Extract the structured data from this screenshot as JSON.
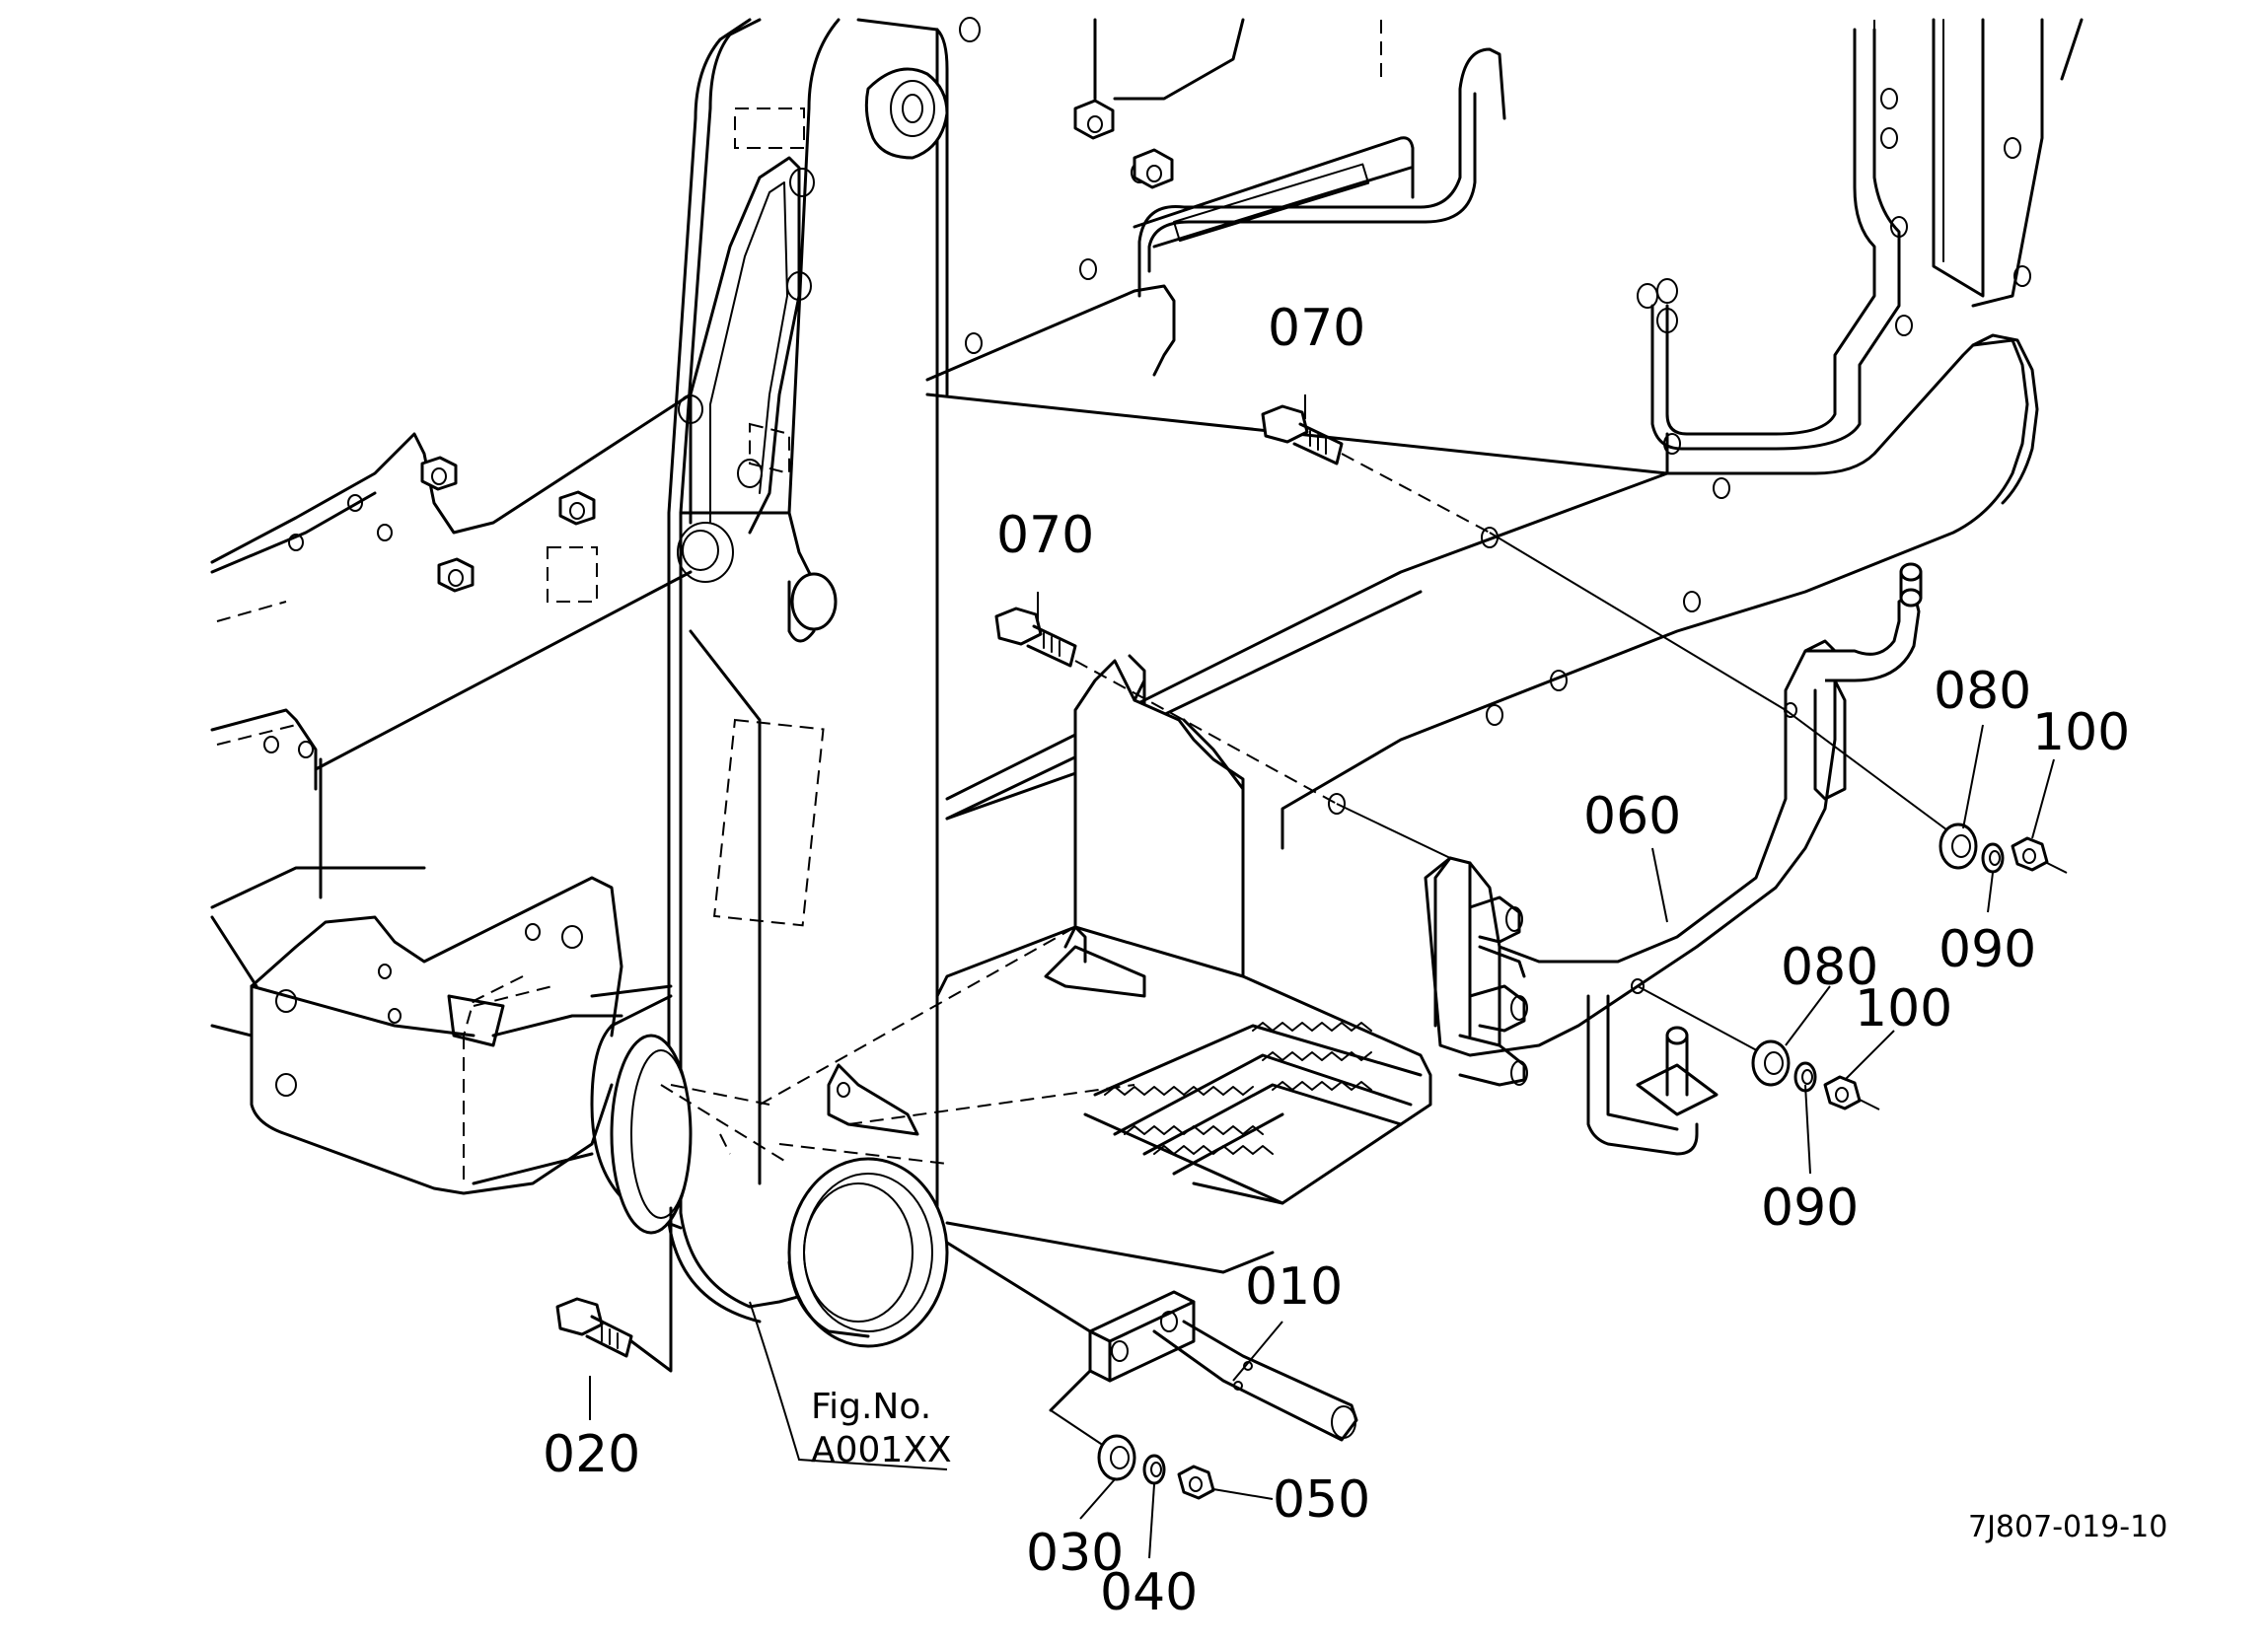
{
  "labels": {
    "p010": "010",
    "p020": "020",
    "p030": "030",
    "p040": "040",
    "p050": "050",
    "p060": "060",
    "p070a": "070",
    "p070b": "070",
    "p080a": "080",
    "p080b": "080",
    "p090a": "090",
    "p090b": "090",
    "p100a": "100",
    "p100b": "100"
  },
  "reference": {
    "line1": "Fig.No.",
    "line2": "A001XX"
  },
  "drawing_number": "7J807-019-10"
}
